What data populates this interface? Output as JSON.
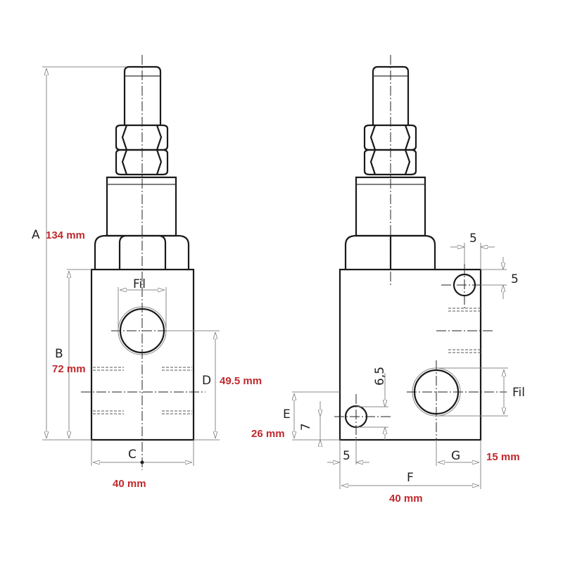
{
  "left_view": {
    "A": {
      "label": "A",
      "value": "134 mm"
    },
    "B": {
      "label": "B",
      "value": "72 mm"
    },
    "C": {
      "label": "C",
      "value": "40 mm"
    },
    "D": {
      "label": "D",
      "value": "49.5 mm"
    },
    "fil": "Fil"
  },
  "right_view": {
    "E": {
      "label": "E",
      "value": "26 mm"
    },
    "F": {
      "label": "F",
      "value": "40 mm"
    },
    "G": {
      "label": "G",
      "value": "15 mm"
    },
    "fil": "Fil",
    "dim_top_x": "5",
    "dim_top_y": "5",
    "dim_bottom_x": "5",
    "dim_hole_y": "7",
    "dim_hole_dia": "6,5"
  },
  "colors": {
    "dimension_value": "#c0282d",
    "line": "#1a1a1a"
  }
}
